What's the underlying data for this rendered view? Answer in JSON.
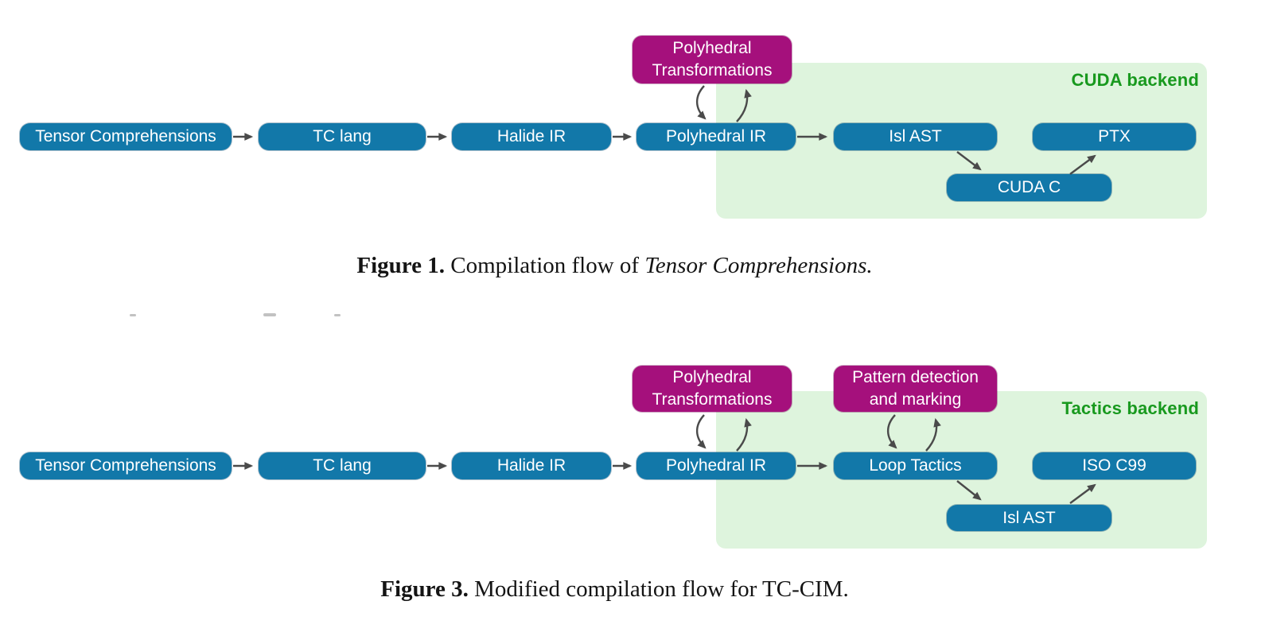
{
  "colors": {
    "blue": "#1278a9",
    "magenta": "#a5107c",
    "green_bg": "#def4dd",
    "green_text": "#18991e",
    "arrow": "#4a4a4a",
    "caption": "#141414",
    "artifact": "#909090"
  },
  "figure1": {
    "backend_label": "CUDA backend",
    "transform_box": {
      "line1": "Polyhedral",
      "line2": "Transformations"
    },
    "nodes": {
      "tensor_comprehensions": "Tensor Comprehensions",
      "tc_lang": "TC lang",
      "halide_ir": "Halide IR",
      "polyhedral_ir": "Polyhedral IR",
      "isl_ast": "Isl AST",
      "ptx": "PTX",
      "cuda_c": "CUDA C"
    },
    "caption": {
      "label": "Figure 1.",
      "body": " Compilation flow of ",
      "emphasis": "Tensor Comprehensions."
    }
  },
  "figure3": {
    "backend_label": "Tactics backend",
    "transform_box1": {
      "line1": "Polyhedral",
      "line2": "Transformations"
    },
    "transform_box2": {
      "line1": "Pattern detection",
      "line2": "and marking"
    },
    "nodes": {
      "tensor_comprehensions": "Tensor Comprehensions",
      "tc_lang": "TC lang",
      "halide_ir": "Halide IR",
      "polyhedral_ir": "Polyhedral IR",
      "loop_tactics": "Loop Tactics",
      "iso_c99": "ISO C99",
      "isl_ast": "Isl AST"
    },
    "caption": {
      "label": "Figure 3.",
      "body": " Modified compilation flow for TC-CIM."
    }
  }
}
